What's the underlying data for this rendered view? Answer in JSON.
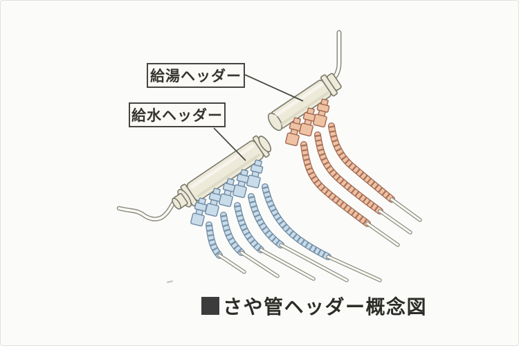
{
  "labels": {
    "hot_header": "給湯ヘッダー",
    "cold_header": "給水ヘッダー"
  },
  "caption_text": "さや管ヘッダー概念図",
  "diagram": {
    "hot_header_branch_pipe_count": 3,
    "cold_header_branch_pipe_count": 5
  },
  "colors": {
    "page_bg": "#fbfbfa",
    "page_border": "#e0e0dd",
    "line": "#8b8b80",
    "leader": "#4a4a44",
    "box_border": "#45443f",
    "text": "#35342e",
    "header_fill": "#edead9",
    "header_stroke": "#78786b",
    "hot_fill": "#f0c2a4",
    "hot_stroke": "#9f6750",
    "cold_fill": "#c9dcea",
    "cold_stroke": "#6d89a2",
    "pipe_inner": "#faf9f3",
    "caption_square": "#3c3c3c"
  }
}
